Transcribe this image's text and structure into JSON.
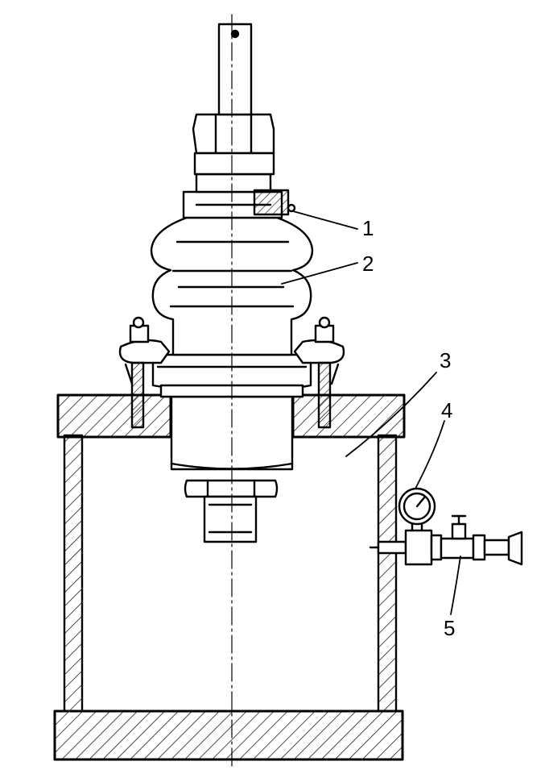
{
  "drawing": {
    "callouts": [
      {
        "number": "1"
      },
      {
        "number": "2"
      },
      {
        "number": "3"
      },
      {
        "number": "4"
      },
      {
        "number": "5"
      }
    ]
  },
  "colors": {
    "ink": "#000000",
    "paper": "#ffffff"
  }
}
